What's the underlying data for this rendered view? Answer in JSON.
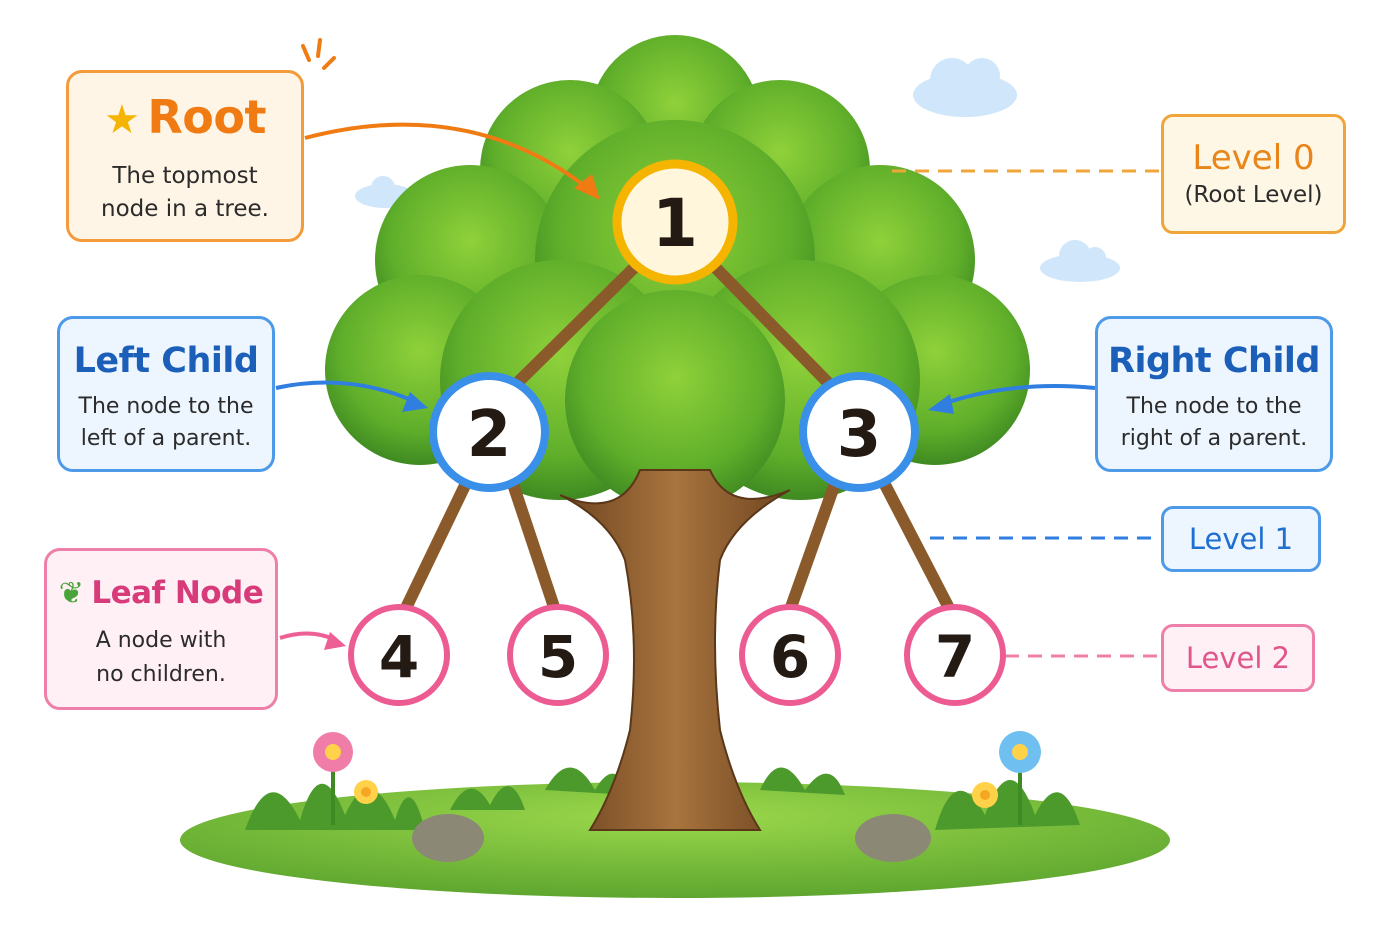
{
  "callouts": {
    "root": {
      "title": "Root",
      "desc_line1": "The topmost",
      "desc_line2": "node in a tree."
    },
    "left_child": {
      "title": "Left Child",
      "desc_line1": "The node to the",
      "desc_line2": "left of a parent."
    },
    "right_child": {
      "title": "Right Child",
      "desc_line1": "The node to the",
      "desc_line2": "right of a parent."
    },
    "leaf": {
      "title": "Leaf Node",
      "desc_line1": "A node with",
      "desc_line2": "no children."
    }
  },
  "levels": {
    "level0": {
      "title": "Level 0",
      "subtitle": "(Root Level)"
    },
    "level1": {
      "title": "Level 1"
    },
    "level2": {
      "title": "Level 2"
    }
  },
  "nodes": {
    "n1": "1",
    "n2": "2",
    "n3": "3",
    "n4": "4",
    "n5": "5",
    "n6": "6",
    "n7": "7"
  },
  "icons": {
    "root": "star-icon",
    "leaf": "leaf-icon"
  },
  "colors": {
    "root_accent": "#f07b12",
    "child_accent": "#1b5fb8",
    "leaf_accent": "#d73b7a",
    "foliage": "#6fb52e",
    "trunk": "#8b5a2b"
  }
}
